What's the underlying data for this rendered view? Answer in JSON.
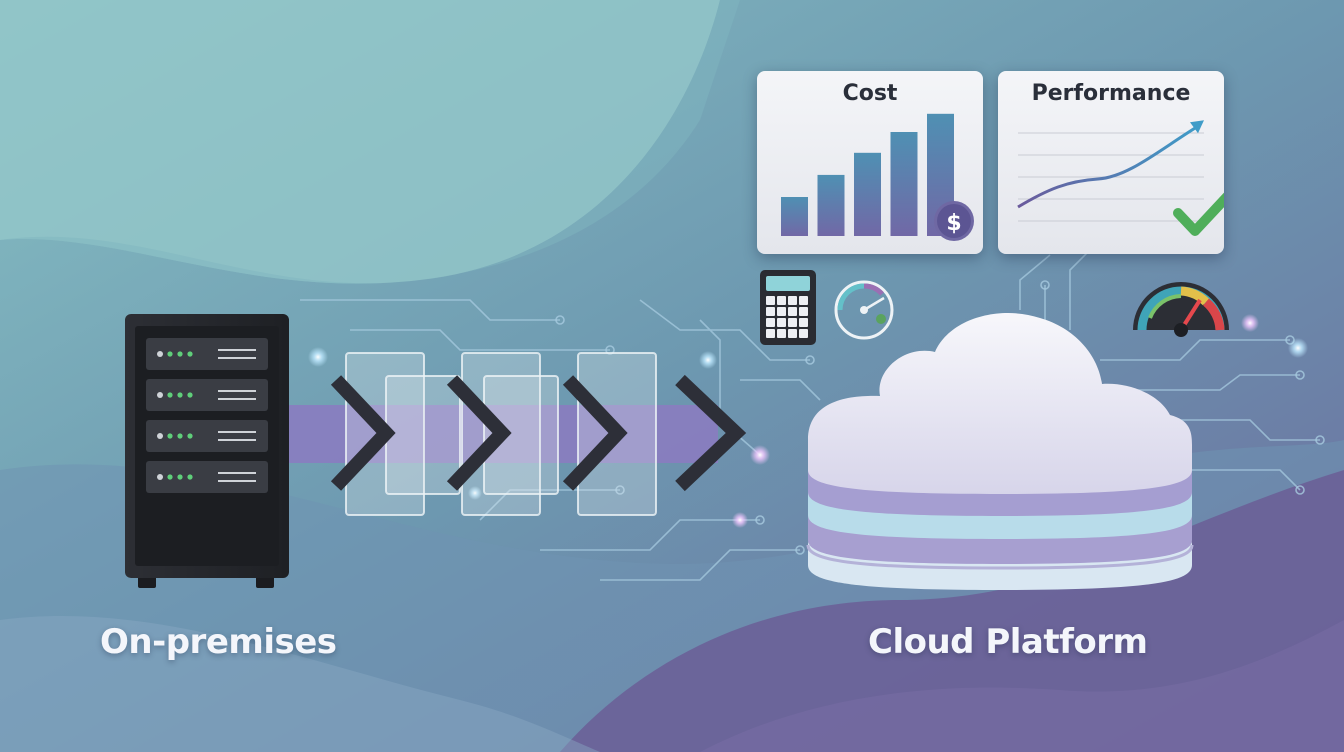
{
  "labels": {
    "on_premises": "On-premises",
    "cloud_platform": "Cloud Platform"
  },
  "cards": {
    "cost": {
      "title": "Cost",
      "bar_levels": [
        0.3,
        0.47,
        0.64,
        0.8,
        0.94
      ],
      "badge_symbol": "$"
    },
    "performance": {
      "title": "Performance",
      "trend_level": 0.9
    }
  },
  "icons": [
    "server-rack-icon",
    "migration-arrow-icon",
    "calculator-icon",
    "gauge-icon",
    "speedometer-icon",
    "cloud-icon",
    "dollar-badge-icon",
    "checkmark-icon"
  ],
  "colors": {
    "teal": "#8cc3c6",
    "slate_blue": "#6c8fae",
    "purple": "#6b5d94",
    "arrow_band": "#8a7cc0",
    "check_green": "#4fae5a",
    "bar_top": "#4f90b3",
    "bar_bottom": "#7168a6"
  }
}
